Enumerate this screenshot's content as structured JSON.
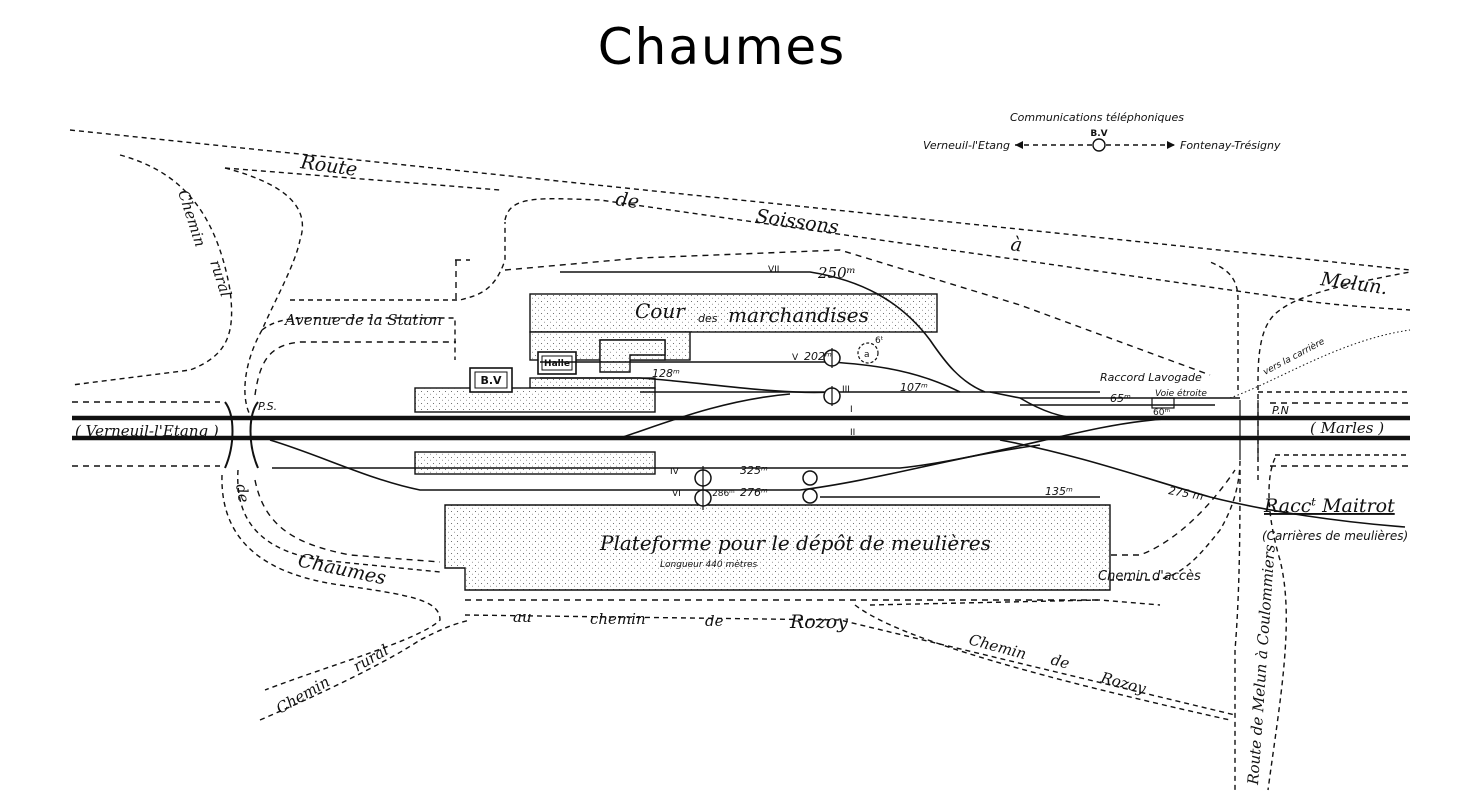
{
  "title": "Chaumes",
  "legend": {
    "heading": "Communications téléphoniques",
    "left": "Verneuil-l'Etang",
    "center": "B.V",
    "right": "Fontenay-Trésigny"
  },
  "roads": {
    "soissons_1": "Route",
    "soissons_2": "de",
    "soissons_3": "Soissons",
    "soissons_4": "à",
    "soissons_5": "Melun.",
    "chemin_rural_top_1": "Chemin",
    "chemin_rural_top_2": "rural",
    "chaumes_1": "de",
    "chaumes_2": "Chaumes",
    "chemin_rural_bottom_1": "Chemin",
    "chemin_rural_bottom_2": "rural",
    "rozoy_1": "au",
    "rozoy_2": "chemin",
    "rozoy_3": "de",
    "rozoy_4": "Rozoy",
    "rozoy_road_1": "Chemin",
    "rozoy_road_2": "de",
    "rozoy_road_3": "Rozoy",
    "acces": "Chemin d'accès",
    "coulommiers": "Route de Melun à Coulommiers",
    "avenue": "Avenue de la Station"
  },
  "labels": {
    "verneuil": "( Verneuil-l'Etang )",
    "marles": "( Marles )",
    "ps": "P.S.",
    "pn": "P.N",
    "bv": "B.V",
    "halle": "Halle",
    "cour": "Cour",
    "des": "des",
    "marchandises": "marchandises",
    "raccord_lavogade": "Raccord Lavogade",
    "voie_etroite": "Voie étroite",
    "vers_carriere": "vers la carrière",
    "raccord_maitrot": "Raccᵗ Maitrot",
    "carrieres": "(Carrières de meulières)",
    "plateforme": "Plateforme pour le dépôt de meulières",
    "longueur": "Longueur 440 mètres",
    "track_I": "I",
    "track_II": "II",
    "track_III": "III",
    "track_IV": "IV",
    "track_V": "V",
    "track_VI": "VI",
    "track_VII": "VII",
    "len_VII": "250ᵐ",
    "len_V": "202ᵐ",
    "len_128": "128ᵐ",
    "len_107": "107ᵐ",
    "len_65": "65ᵐ",
    "len_325": "325ᵐ",
    "len_286": "286ᵐ",
    "len_276": "276ᵐ",
    "len_135": "135ᵐ",
    "len_275": "275 m",
    "len_60": "60ᵐ",
    "a": "a",
    "grue": "6ᵗ"
  }
}
